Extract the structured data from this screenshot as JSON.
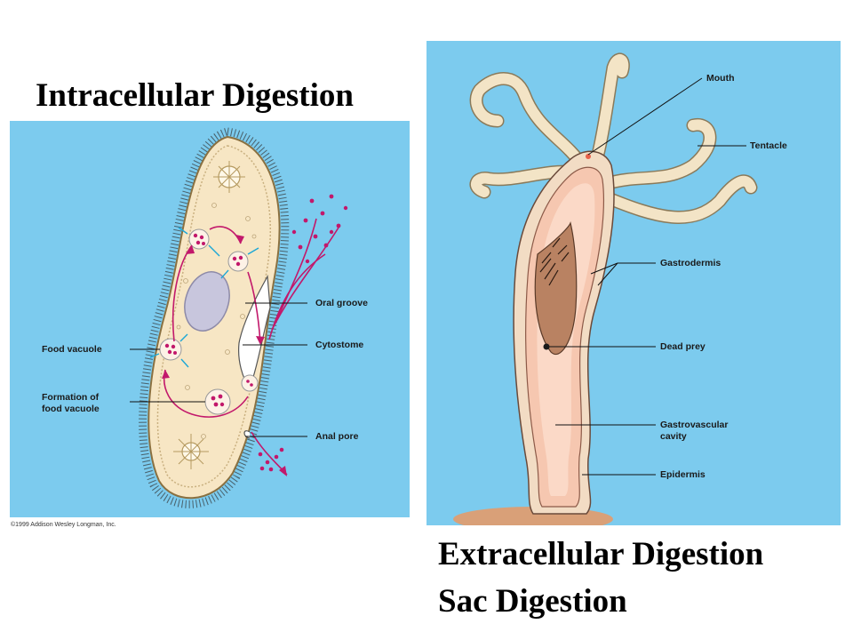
{
  "titles": {
    "intracellular": "Intracellular Digestion",
    "extracellular": "Extracellular Digestion",
    "sac": "Sac Digestion"
  },
  "paramecium_labels": {
    "oral_groove": "Oral groove",
    "food_vacuole": "Food vacuole",
    "cytostome": "Cytostome",
    "formation_line1": "Formation of",
    "formation_line2": "food vacuole",
    "anal_pore": "Anal pore"
  },
  "hydra_labels": {
    "mouth": "Mouth",
    "tentacle": "Tentacle",
    "gastrodermis": "Gastrodermis",
    "dead_prey": "Dead prey",
    "gastrovascular_line1": "Gastrovascular",
    "gastrovascular_line2": "cavity",
    "epidermis": "Epidermis"
  },
  "copyright": "©1999 Addison Wesley Longman, Inc.",
  "colors": {
    "background_blue": "#7ccbee",
    "cell_body": "#f7e6c4",
    "food_magenta": "#c2186b",
    "arrow_cyan": "#1ca7d6",
    "hydra_flesh": "#f6b9a0",
    "tentacle_cream": "#f3e4c6"
  }
}
